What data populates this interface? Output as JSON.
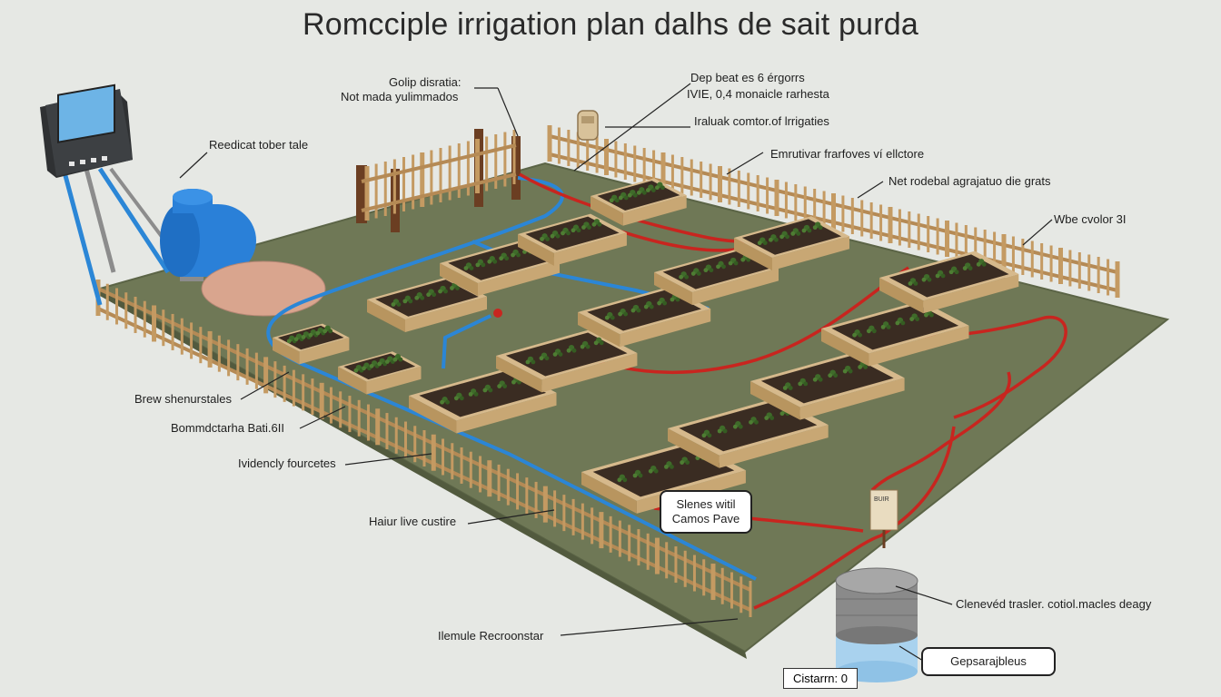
{
  "title": "Romcciple irrigation plan dalhs de sait purda",
  "labels": {
    "top_center": "Golip disratia:",
    "top_center_2": "Not mada yulimmados",
    "top_right_1": "Dep beat es 6 érgorrs",
    "top_right_2": "IVIE, 0,4 monaicle rarhesta",
    "irrigation_control": "Iraluak comtor.of lrrigaties",
    "fence_label_1": "Emrutivar frarfoves ví ellctore",
    "fence_label_2": "Net rodebal agrajatuo die grats",
    "corner_label": "Wbe cvolor 3I",
    "controller_label": "Reedicat tober tale",
    "left_1": "Brew shenurstales",
    "left_2": "Bommdctarha Bati.6II",
    "left_3": "Ividencly fourcetes",
    "left_4": "Haiur live custire",
    "bottom_label": "Ilemule Recroonstar",
    "right_label": "Clenevéd trasler. cotiol.macles deagy",
    "callout": "Slenes witil Camos Pave",
    "callout_line1": "Slenes witil",
    "callout_line2": "Camos Pave",
    "tank_callout": "Gepsarajbleus",
    "cistern_tag": "Cistarrn: 0",
    "stake_sign": "BUIR"
  },
  "colors": {
    "background": "#e6e8e4",
    "ground": "#6f7856",
    "soil": "#3a2c22",
    "bed_wood": "#d6b98c",
    "fence": "#c49a62",
    "main_line_blue": "#2b86d6",
    "drip_line_red": "#c8251f",
    "tank_blue": "#2a80d8",
    "cistern": "#a9d2ee"
  }
}
